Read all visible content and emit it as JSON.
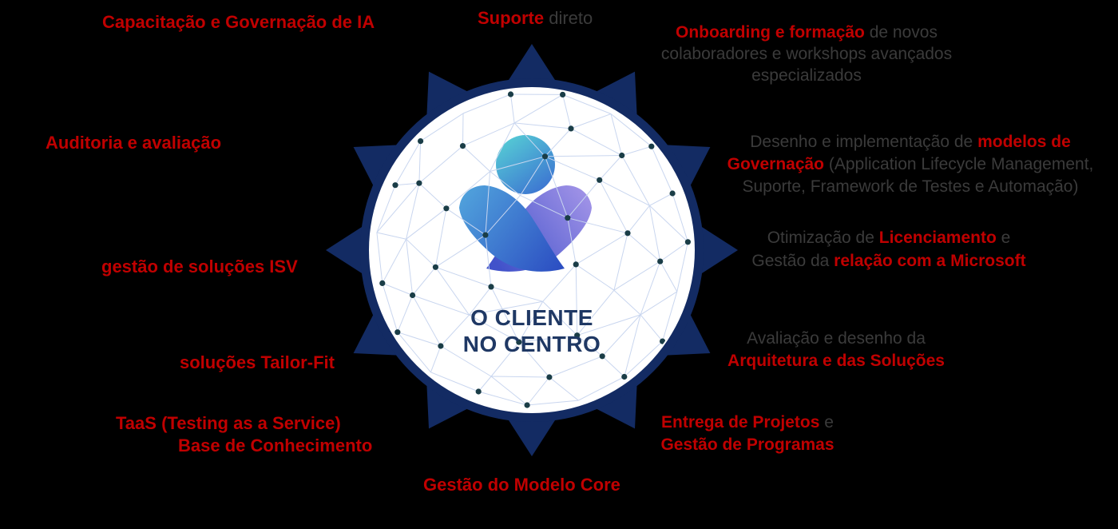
{
  "title": "O Cliente no Centro",
  "colors": {
    "background": "#000000",
    "red": "#C00000",
    "gray": "#3B3B3B",
    "navy": "#132B63",
    "center_text": "#1F3864",
    "mesh_line": "#C9D6EF",
    "mesh_dot": "#1A3D47"
  },
  "logo_colors": {
    "head_from": "#55CBD5",
    "head_to": "#3B6ED1",
    "blue_from": "#4F9FDB",
    "blue_to": "#2C4EC2",
    "purple_from": "#A495E8",
    "purple_to": "#4152CA"
  },
  "center": {
    "line1": "O CLIENTE",
    "line2": "NO CENTRO"
  },
  "labels": {
    "capacitacao": {
      "lines": [
        [
          {
            "t": "Capacitação e Governação de IA",
            "c": "red"
          }
        ]
      ]
    },
    "suporte": {
      "lines": [
        [
          {
            "t": "Suporte",
            "c": "red"
          },
          {
            "t": " direto",
            "c": "gray"
          }
        ]
      ]
    },
    "onboarding": {
      "lines": [
        [
          {
            "t": "Onboarding e formação",
            "c": "red"
          },
          {
            "t": " de novos",
            "c": "gray"
          }
        ],
        [
          {
            "t": "colaboradores e workshops avançados",
            "c": "gray"
          }
        ],
        [
          {
            "t": "especializados",
            "c": "gray"
          }
        ]
      ]
    },
    "auditoria": {
      "lines": [
        [
          {
            "t": "Auditoria e avaliação",
            "c": "red"
          }
        ]
      ]
    },
    "desenho": {
      "lines": [
        [
          {
            "t": "Desenho e implementação de ",
            "c": "gray"
          },
          {
            "t": "modelos de",
            "c": "red"
          }
        ],
        [
          {
            "t": "Governação",
            "c": "red"
          },
          {
            "t": " (Application Lifecycle Management,",
            "c": "gray"
          }
        ],
        [
          {
            "t": "Suporte, Framework de Testes e Automação)",
            "c": "gray"
          }
        ]
      ]
    },
    "isv": {
      "lines": [
        [
          {
            "t": "gestão de soluções ISV",
            "c": "red"
          }
        ]
      ]
    },
    "otimizacao": {
      "lines": [
        [
          {
            "t": "Otimização de ",
            "c": "gray"
          },
          {
            "t": "Licenciamento",
            "c": "red"
          },
          {
            "t": " e",
            "c": "gray"
          }
        ],
        [
          {
            "t": "Gestão da ",
            "c": "gray"
          },
          {
            "t": "relação com a Microsoft",
            "c": "red"
          }
        ]
      ]
    },
    "tailorfit": {
      "lines": [
        [
          {
            "t": "soluções Tailor-Fit",
            "c": "red"
          }
        ]
      ]
    },
    "avaliacao": {
      "lines": [
        [
          {
            "t": "Avaliação e desenho da",
            "c": "gray"
          }
        ],
        [
          {
            "t": "Arquitetura e das Soluções",
            "c": "red"
          }
        ]
      ]
    },
    "taas": {
      "lines": [
        [
          {
            "t": "TaaS (Testing as a Service)",
            "c": "red"
          }
        ],
        [
          {
            "t": "Base de Conhecimento",
            "c": "red"
          }
        ]
      ]
    },
    "entrega": {
      "lines": [
        [
          {
            "t": "Entrega de Projetos",
            "c": "red"
          },
          {
            "t": " e",
            "c": "gray"
          }
        ],
        [
          {
            "t": "Gestão de Programas",
            "c": "red"
          }
        ]
      ]
    },
    "modelocore": {
      "lines": [
        [
          {
            "t": "Gestão do Modelo Core",
            "c": "red"
          }
        ]
      ]
    }
  }
}
